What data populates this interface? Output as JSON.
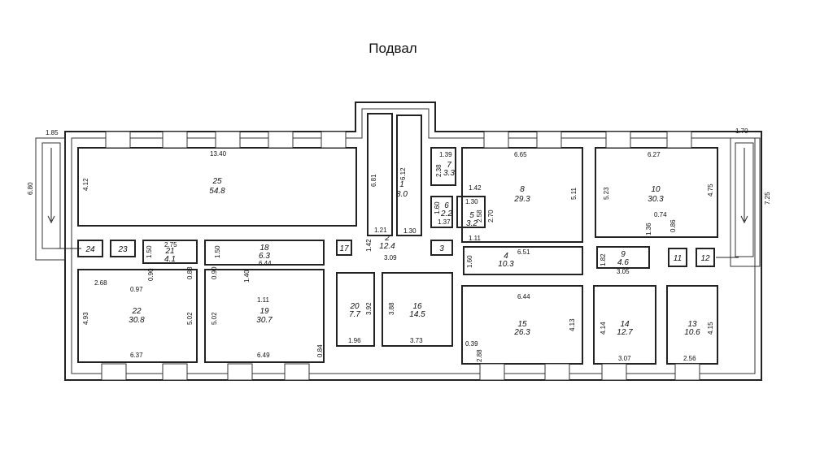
{
  "title": "Подвал",
  "rooms": [
    {
      "id": "25",
      "num": "25",
      "area": "54.8"
    },
    {
      "id": "1",
      "num": "1",
      "area": "8.0"
    },
    {
      "id": "2",
      "num": "2",
      "area": "12.4"
    },
    {
      "id": "7",
      "num": "7",
      "area": "3.3"
    },
    {
      "id": "6",
      "num": "6",
      "area": "2.2"
    },
    {
      "id": "5",
      "num": "5",
      "area": "3.2"
    },
    {
      "id": "8",
      "num": "8",
      "area": "29.3"
    },
    {
      "id": "10",
      "num": "10",
      "area": "30.3"
    },
    {
      "id": "24",
      "num": "24",
      "area": ""
    },
    {
      "id": "23",
      "num": "23",
      "area": ""
    },
    {
      "id": "21",
      "num": "21",
      "area": "4.1"
    },
    {
      "id": "18",
      "num": "18",
      "area": "6.3"
    },
    {
      "id": "17",
      "num": "17",
      "area": ""
    },
    {
      "id": "3",
      "num": "3",
      "area": ""
    },
    {
      "id": "4",
      "num": "4",
      "area": "10.3"
    },
    {
      "id": "9",
      "num": "9",
      "area": "4.6"
    },
    {
      "id": "11",
      "num": "11",
      "area": ""
    },
    {
      "id": "12",
      "num": "12",
      "area": ""
    },
    {
      "id": "22",
      "num": "22",
      "area": "30.8"
    },
    {
      "id": "19",
      "num": "19",
      "area": "30.7"
    },
    {
      "id": "20",
      "num": "20",
      "area": "7.7"
    },
    {
      "id": "16",
      "num": "16",
      "area": "14.5"
    },
    {
      "id": "15",
      "num": "15",
      "area": "26.3"
    },
    {
      "id": "14",
      "num": "14",
      "area": "12.7"
    },
    {
      "id": "13",
      "num": "13",
      "area": "10.6"
    }
  ],
  "dimensions": [
    "1.85",
    "6.80",
    "13.40",
    "4.12",
    "6.81",
    "6.12",
    "1.21",
    "1.42",
    "1.30",
    "1.39",
    "2.38",
    "1.42",
    "1.60",
    "1.30",
    "2.58",
    "2.70",
    "1.37",
    "1.11",
    "6.65",
    "5.11",
    "6.27",
    "5.23",
    "4.75",
    "0.74",
    "0.86",
    "1.36",
    "1.70",
    "7.25",
    "2.75",
    "1.50",
    "1.50",
    "6.44",
    "3.09",
    "6.51",
    "1.60",
    "1.82",
    "3.05",
    "2.68",
    "0.97",
    "0.90",
    "0.88",
    "0.90",
    "1.40",
    "1.11",
    "4.93",
    "5.02",
    "5.02",
    "3.92",
    "3.88",
    "6.37",
    "6.49",
    "1.96",
    "3.73",
    "0.84",
    "6.44",
    "4.13",
    "4.14",
    "4.15",
    "0.39",
    "2.88",
    "3.07",
    "2.56"
  ]
}
